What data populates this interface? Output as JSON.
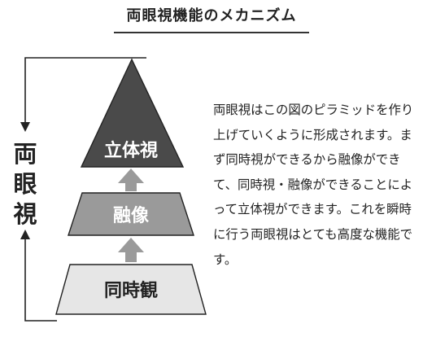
{
  "title": "両眼視機能のメカニズム",
  "side_label": [
    "両",
    "眼",
    "視"
  ],
  "pyramid": {
    "levels": [
      {
        "label": "立体視",
        "fill": "#4a4a4a",
        "text_color": "#ffffff"
      },
      {
        "label": "融像",
        "fill": "#9a9a9a",
        "text_color": "#ffffff"
      },
      {
        "label": "同時観",
        "fill": "#e6e6e6",
        "text_color": "#222222"
      }
    ],
    "arrow_color": "#9a9a9a",
    "outline_color": "#222222"
  },
  "description": "両眼視はこの図のピラミッドを作り上げていくように形成されます。まず同時視ができるから融像ができて、同時視・融像ができることによって立体視ができます。これを瞬時に行う両眼視はとても高度な機能です。"
}
